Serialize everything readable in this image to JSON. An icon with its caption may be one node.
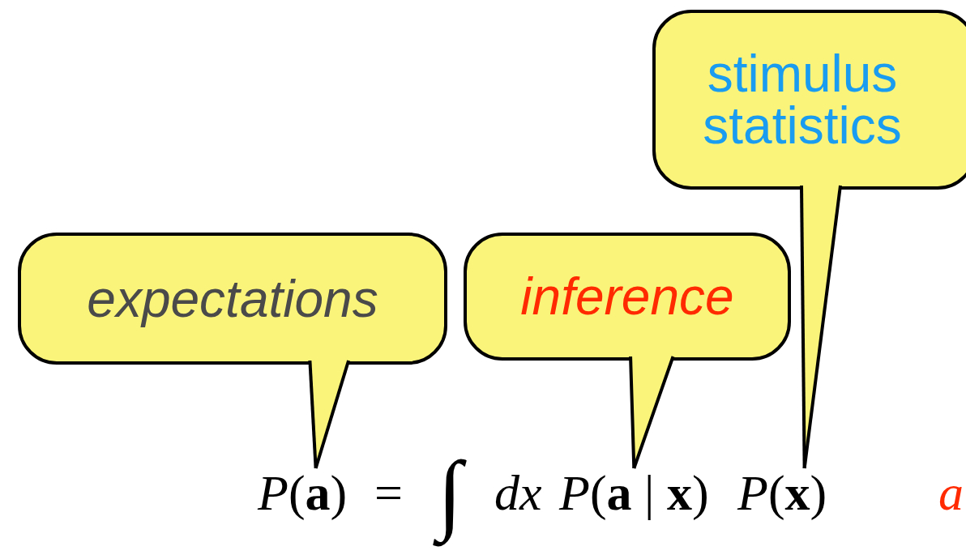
{
  "diagram": {
    "nodes": [
      {
        "text": [
          "expectations"
        ]
      },
      {
        "text": [
          "inference"
        ]
      },
      {
        "text": [
          "stimulus statistics"
        ]
      },
      {
        "text": [
          "*P*(**a**)"
        ]
      },
      {
        "text": [
          "*P*(**a** | **x**)"
        ]
      },
      {
        "text": [
          "*P*(**x**)"
        ]
      }
    ],
    "edges": [
      {
        "from": 0,
        "to": 3,
        "arrow": "none"
      },
      {
        "from": 1,
        "to": 4,
        "arrow": "none"
      },
      {
        "from": 2,
        "to": 5,
        "arrow": "none"
      }
    ],
    "labels": [
      "=",
      "∫",
      "dx",
      "a"
    ]
  }
}
